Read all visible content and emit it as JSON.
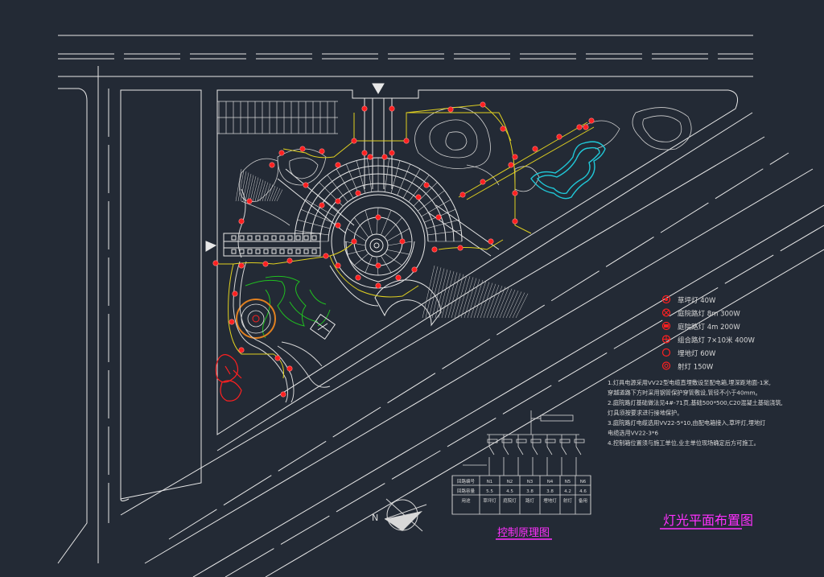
{
  "colors": {
    "background": "#232a35",
    "road": "#e8e8e8",
    "lamp": "#ff2020",
    "cable": "#e0d020",
    "path": "#d8d8d8",
    "water": "#20c8d8",
    "planting": "#20c020",
    "title": "#ff30ff",
    "text": "#d8d8d8"
  },
  "legend": [
    {
      "icon": "lamp-dot-icon",
      "label": "草坪灯 40W"
    },
    {
      "icon": "lamp-x-icon",
      "label": "庭院路灯 8m 300W"
    },
    {
      "icon": "lamp-hatch-icon",
      "label": "庭院路灯 4m 200W"
    },
    {
      "icon": "lamp-cross-icon",
      "label": "组合路灯 7×10米 400W"
    },
    {
      "icon": "lamp-ring-icon",
      "label": "埋地灯 60W"
    },
    {
      "icon": "lamp-target-icon",
      "label": "射灯 150W"
    }
  ],
  "notes": [
    "1.灯具电源采用VV22型电缆直埋敷设至配电箱,埋深距地面-1米,",
    "穿越道路下方时采用钢管保护穿管敷设,管径不小于40mm。",
    "2.庭院路灯基础做法见4#-71页,基础500*500,C20混凝土基础浇筑,",
    "灯具须按要求进行接地保护。",
    "3.庭院路灯电缆选用VV22-5*10,由配电箱接入,草坪灯,埋地灯",
    "电缆选用VV22-3*6",
    "4.控制箱位置须与施工单位,业主单位现场确定后方可施工。"
  ],
  "control_table": {
    "header": [
      "回路编号",
      "N1",
      "N2",
      "N3",
      "N4",
      "N5",
      "N6"
    ],
    "rows": [
      [
        "回路容量",
        "5.5",
        "4.5",
        "3.8",
        "3.8",
        "4.2",
        "4.6"
      ],
      [
        "用途",
        "草坪灯",
        "庭院灯",
        "路灯",
        "埋地灯",
        "射灯",
        "备用"
      ]
    ]
  },
  "titles": {
    "control_principle": "控制原理图",
    "lighting_plan": "灯光平面布置图"
  }
}
